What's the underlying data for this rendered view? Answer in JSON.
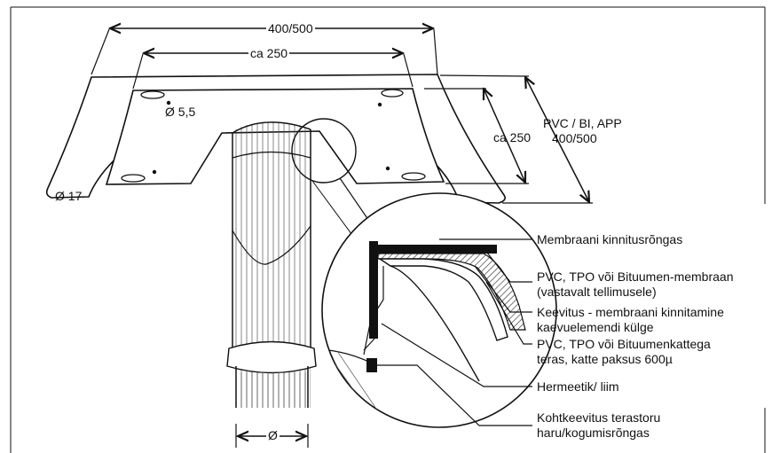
{
  "dimensions": {
    "top_width": "400/500",
    "plate_width": "ca 250",
    "plate_depth": "ca 250",
    "hole_small": "Ø 5,5",
    "hole_large": "Ø 17",
    "pipe_diameter": "Ø",
    "flange_label_line1": "PVC / BI, APP",
    "flange_label_line2": "400/500"
  },
  "callouts": [
    {
      "id": "ring",
      "lines": [
        "Membraani kinnitusrõngas"
      ]
    },
    {
      "id": "membrane",
      "lines": [
        "PVC, TPO või Bituumen-membraan",
        "(vastavalt tellimusele)"
      ]
    },
    {
      "id": "weld",
      "lines": [
        "Keevitus - membraani kinnitamine",
        "kaevuelemendi külge"
      ]
    },
    {
      "id": "coated-steel",
      "lines": [
        "PVC, TPO või Bituumenkattega",
        "teras, katte paksus  600µ"
      ]
    },
    {
      "id": "sealant",
      "lines": [
        "Hermeetik/ liim"
      ]
    },
    {
      "id": "butt-weld",
      "lines": [
        "Kohtkeevitus terastoru",
        "haru/kogumisrõngas"
      ]
    }
  ],
  "colors": {
    "line": "#111111",
    "background": "#ffffff",
    "hatch": "#222222"
  }
}
